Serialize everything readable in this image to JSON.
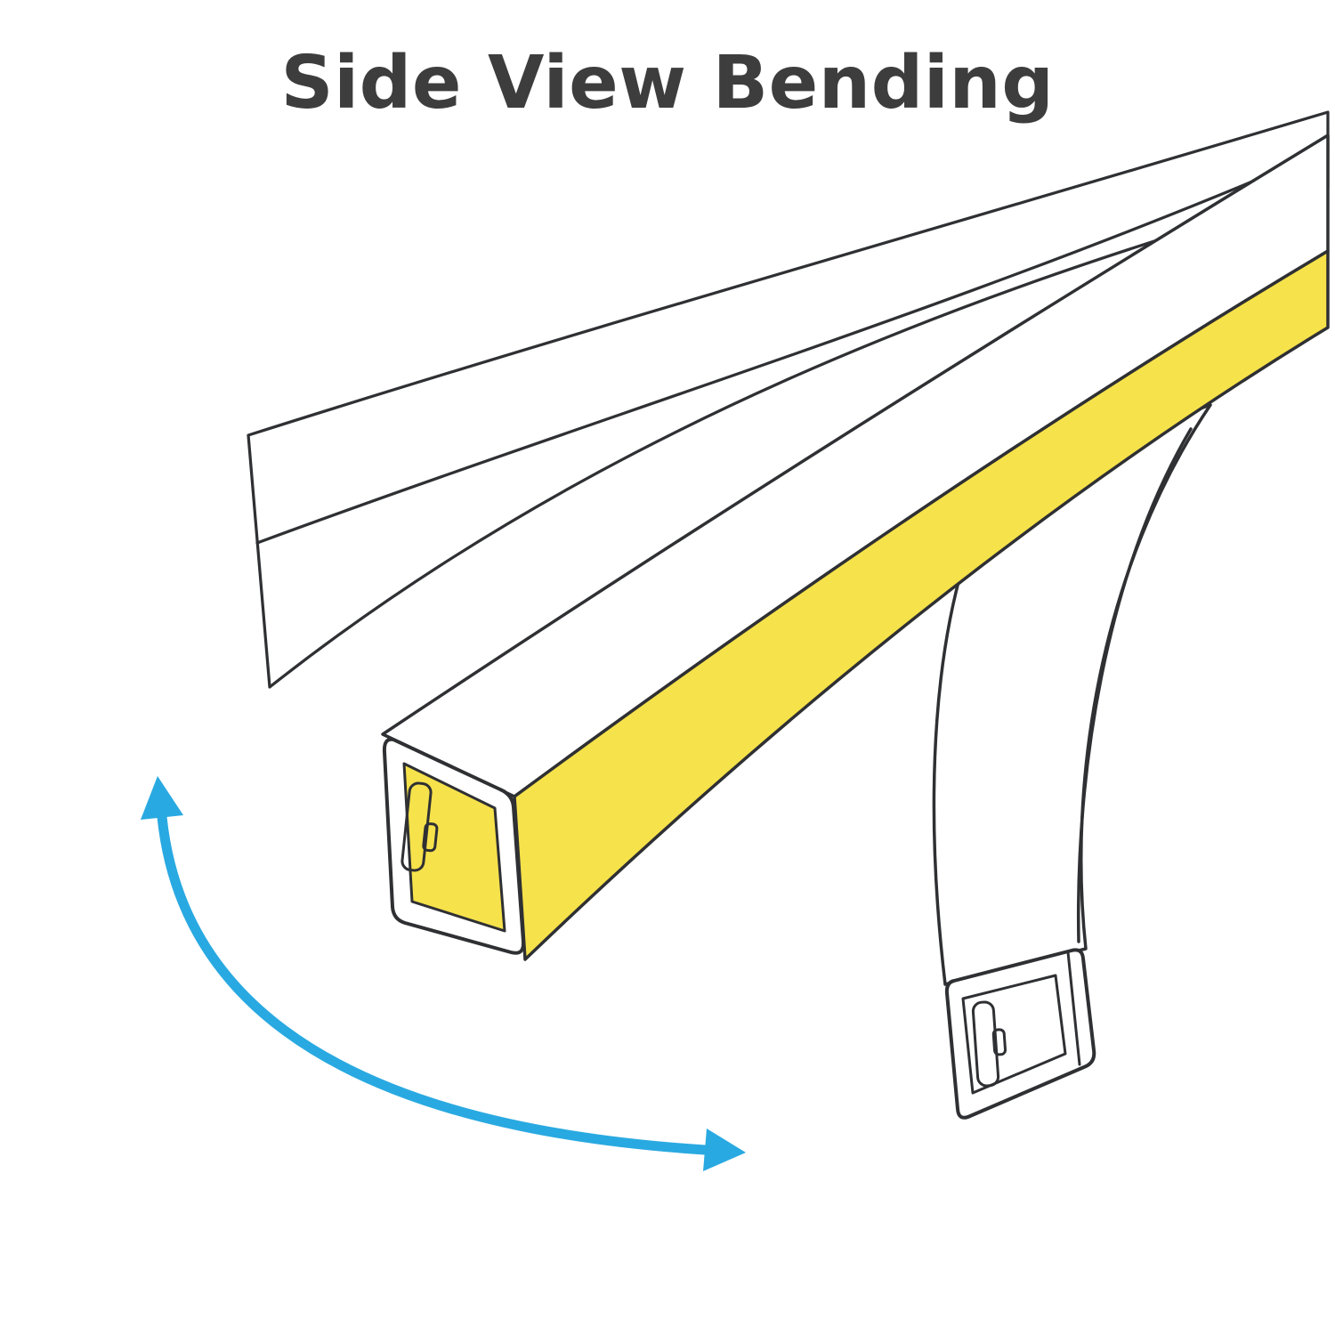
{
  "page": {
    "title": "Side View Bending",
    "background": "#ffffff",
    "title_color": "#3d3d3d"
  },
  "diagram": {
    "description": "LED neon flex strip side-view bending illustration",
    "colors": {
      "outline": "#2f3033",
      "strip_yellow": "#f6e24b",
      "surface_white": "#ffffff",
      "arrow_blue": "#29a9e1"
    },
    "parts": {
      "ghost_strip": "unbent-strip-ghost",
      "strip_body": "neon-strip-body",
      "lit_face": "yellow-lit-side-face",
      "front_cap": "front-end-cap-with-connector-slot",
      "bent_section": "bent-strip-section",
      "bottom_cap": "bottom-end-cap-with-connector-slot",
      "arrow": "bend-direction-arrow"
    }
  }
}
